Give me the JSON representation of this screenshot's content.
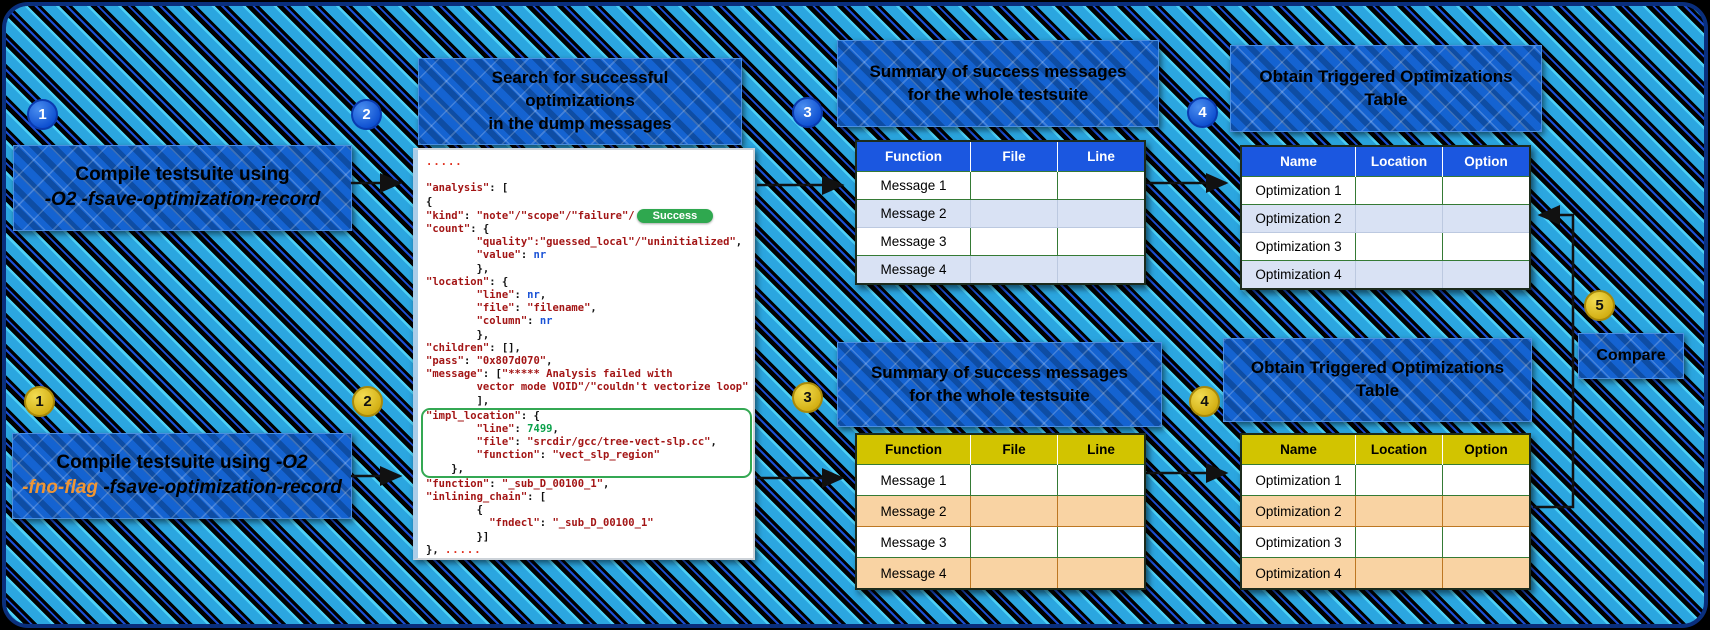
{
  "badges": {
    "top1": "1",
    "top2": "2",
    "top3": "3",
    "top4": "4",
    "bot1": "1",
    "bot2": "2",
    "bot3": "3",
    "bot4": "4",
    "step5": "5"
  },
  "boxes": {
    "compile_top_line1": "Compile testsuite using",
    "compile_top_line2": "-O2 -fsave-optimization-record",
    "search_title": "Search for successful\noptimizations\nin the dump messages",
    "summary_title": "Summary of success messages\nfor the whole testsuite",
    "obtain_title": "Obtain Triggered Optimizations\nTable",
    "compile_bottom_prefix": "Compile testsuite using ",
    "compile_bottom_o2": "-O2",
    "compile_bottom_noflag": "-fno-flag",
    "compile_bottom_rest": " -fsave-optimization-record",
    "compare_label": "Compare"
  },
  "colors": {
    "stripe_blue": "#2ba6e0",
    "box_blue": "#1160cd",
    "header_blue": "#1b57e0",
    "header_gold": "#d2c400",
    "row_alt_blue": "#d9e2f4",
    "row_alt_peach": "#f9d3a3",
    "success_green": "#2fa84f",
    "noflag_orange": "#ee9636"
  },
  "tables": {
    "summary_top": {
      "headers": [
        "Function",
        "File",
        "Line"
      ],
      "rows": [
        "Message 1",
        "Message 2",
        "Message 3",
        "Message 4"
      ]
    },
    "obtain_top": {
      "headers": [
        "Name",
        "Location",
        "Option"
      ],
      "rows": [
        "Optimization 1",
        "Optimization 2",
        "Optimization 3",
        "Optimization 4"
      ]
    },
    "summary_bottom": {
      "headers": [
        "Function",
        "File",
        "Line"
      ],
      "rows": [
        "Message 1",
        "Message 2",
        "Message 3",
        "Message 4"
      ]
    },
    "obtain_bottom": {
      "headers": [
        "Name",
        "Location",
        "Option"
      ],
      "rows": [
        "Optimization 1",
        "Optimization 2",
        "Optimization 3",
        "Optimization 4"
      ]
    }
  },
  "code": {
    "success_badge": "Success",
    "highlight_range": [
      19,
      23
    ],
    "lines": [
      [
        [
          "r",
          "....."
        ]
      ],
      [],
      [
        [
          "k",
          "\"analysis\""
        ],
        [
          "p",
          ": ["
        ]
      ],
      [
        [
          "p",
          "{"
        ]
      ],
      [
        [
          "k",
          "\"kind\""
        ],
        [
          "p",
          ": "
        ],
        [
          "k",
          "\"note\"/\"scope\"/\"failure\"/"
        ],
        [
          "badge",
          "Success"
        ]
      ],
      [
        [
          "k",
          "\"count\""
        ],
        [
          "p",
          ": {"
        ]
      ],
      [
        [
          "p",
          "        "
        ],
        [
          "k",
          "\"quality\":\"guessed_local\"/\"uninitialized\""
        ],
        [
          "p",
          ","
        ]
      ],
      [
        [
          "p",
          "        "
        ],
        [
          "k",
          "\"value\""
        ],
        [
          "p",
          ": "
        ],
        [
          "b",
          "nr"
        ]
      ],
      [
        [
          "p",
          "        },"
        ]
      ],
      [
        [
          "k",
          "\"location\""
        ],
        [
          "p",
          ": {"
        ]
      ],
      [
        [
          "p",
          "        "
        ],
        [
          "k",
          "\"line\""
        ],
        [
          "p",
          ": "
        ],
        [
          "b",
          "nr"
        ],
        [
          "p",
          ","
        ]
      ],
      [
        [
          "p",
          "        "
        ],
        [
          "k",
          "\"file\""
        ],
        [
          "p",
          ": "
        ],
        [
          "k",
          "\"filename\""
        ],
        [
          "p",
          ","
        ]
      ],
      [
        [
          "p",
          "        "
        ],
        [
          "k",
          "\"column\""
        ],
        [
          "p",
          ": "
        ],
        [
          "b",
          "nr"
        ]
      ],
      [
        [
          "p",
          "        },"
        ]
      ],
      [
        [
          "k",
          "\"children\""
        ],
        [
          "p",
          ": [],"
        ]
      ],
      [
        [
          "k",
          "\"pass\""
        ],
        [
          "p",
          ": "
        ],
        [
          "k",
          "\"0x807d070\""
        ],
        [
          "p",
          ","
        ]
      ],
      [
        [
          "k",
          "\"message\""
        ],
        [
          "p",
          ": ["
        ],
        [
          "k",
          "\"***** Analysis failed with"
        ]
      ],
      [
        [
          "p",
          "        "
        ],
        [
          "k",
          "vector mode VOID\"/\"couldn't vectorize loop\""
        ]
      ],
      [
        [
          "p",
          "        ],"
        ]
      ],
      [
        [
          "k",
          "\"impl_location\""
        ],
        [
          "p",
          ": {"
        ]
      ],
      [
        [
          "p",
          "        "
        ],
        [
          "k",
          "\"line\""
        ],
        [
          "p",
          ": "
        ],
        [
          "g",
          "7499"
        ],
        [
          "p",
          ","
        ]
      ],
      [
        [
          "p",
          "        "
        ],
        [
          "k",
          "\"file\""
        ],
        [
          "p",
          ": "
        ],
        [
          "k",
          "\"srcdir/gcc/tree-vect-slp.cc\""
        ],
        [
          "p",
          ","
        ]
      ],
      [
        [
          "p",
          "        "
        ],
        [
          "k",
          "\"function\""
        ],
        [
          "p",
          ": "
        ],
        [
          "k",
          "\"vect_slp_region\""
        ]
      ],
      [
        [
          "p",
          "    },"
        ]
      ],
      [
        [
          "k",
          "\"function\""
        ],
        [
          "p",
          ": "
        ],
        [
          "k",
          "\"_sub_D_00100_1\""
        ],
        [
          "p",
          ","
        ]
      ],
      [
        [
          "k",
          "\"inlining_chain\""
        ],
        [
          "p",
          ": ["
        ]
      ],
      [
        [
          "p",
          "        {"
        ]
      ],
      [
        [
          "p",
          "          "
        ],
        [
          "k",
          "\"fndecl\""
        ],
        [
          "p",
          ": "
        ],
        [
          "k",
          "\"_sub_D_00100_1\""
        ]
      ],
      [
        [
          "p",
          "        }]"
        ]
      ],
      [
        [
          "p",
          "}, "
        ],
        [
          "r",
          "....."
        ]
      ]
    ]
  }
}
